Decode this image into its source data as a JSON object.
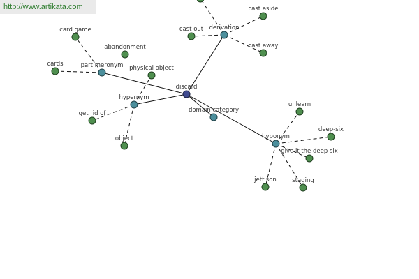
{
  "banner": {
    "url": "http://www.artikata.com"
  },
  "colors": {
    "center": "#3f4a8f",
    "relation": "#4c8f9c",
    "leaf": "#4f8f4f",
    "edge": "#111111",
    "label": "#333333"
  },
  "center": {
    "label": "discard"
  },
  "relations": [
    {
      "id": "derivation",
      "label": "derivation",
      "leaves": [
        "cast out",
        "cast aside",
        "cast away",
        ""
      ]
    },
    {
      "id": "part-meronym",
      "label": "part meronym",
      "leaves": [
        "card game",
        "cards"
      ]
    },
    {
      "id": "hypernym",
      "label": "hypernym",
      "leaves": [
        "physical object",
        "get rid of",
        "object"
      ]
    },
    {
      "id": "domain-category",
      "label": "domain category",
      "leaves": []
    },
    {
      "id": "hyponym",
      "label": "hyponym",
      "leaves": [
        "unlearn",
        "deep-six",
        "give it the deep six",
        "staging",
        "jettison"
      ]
    }
  ],
  "standalone_leaves": [
    "abandonment"
  ]
}
